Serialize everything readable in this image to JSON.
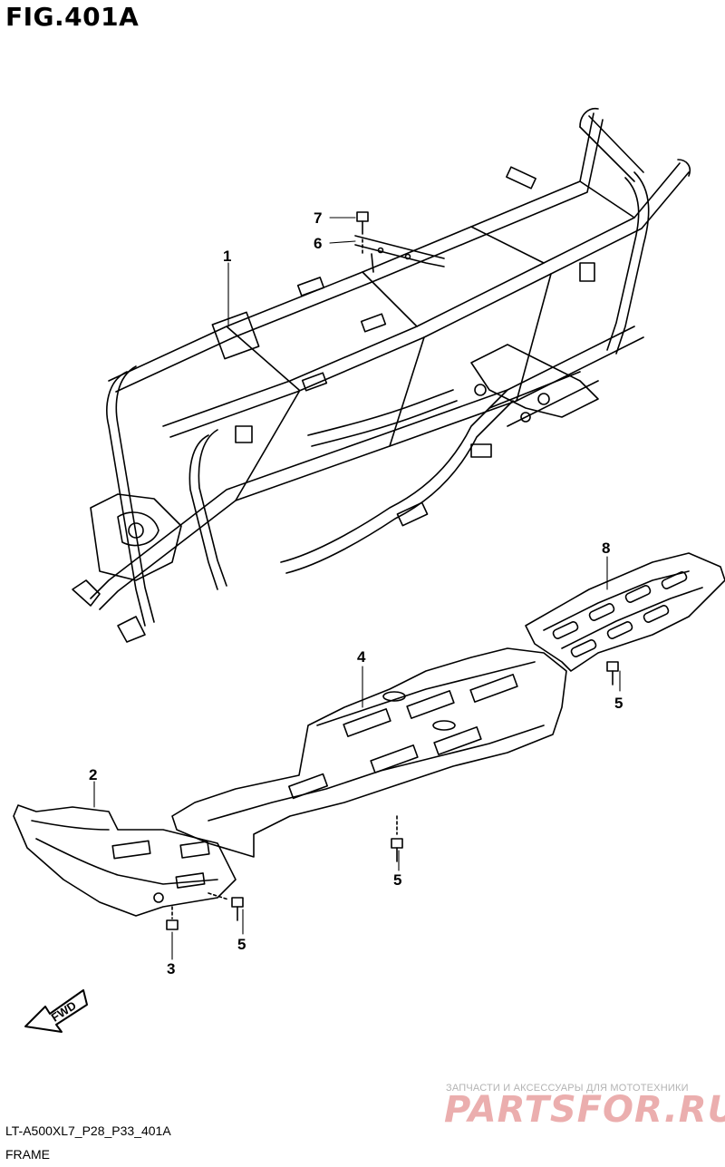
{
  "figure": {
    "number_label": "FIG.401A",
    "code": "LT-A500XL7_P28_P33_401A",
    "title": "FRAME"
  },
  "callouts": [
    "1",
    "2",
    "3",
    "4",
    "5",
    "5",
    "5",
    "6",
    "7",
    "8"
  ],
  "direction_marker": {
    "label": "FWD",
    "icon": "forward-arrow-icon"
  },
  "watermark": {
    "tagline": "ЗАПЧАСТИ И АКСЕССУАРЫ ДЛЯ МОТОТЕХНИКИ",
    "logo": "PARTSFOR.RU"
  }
}
